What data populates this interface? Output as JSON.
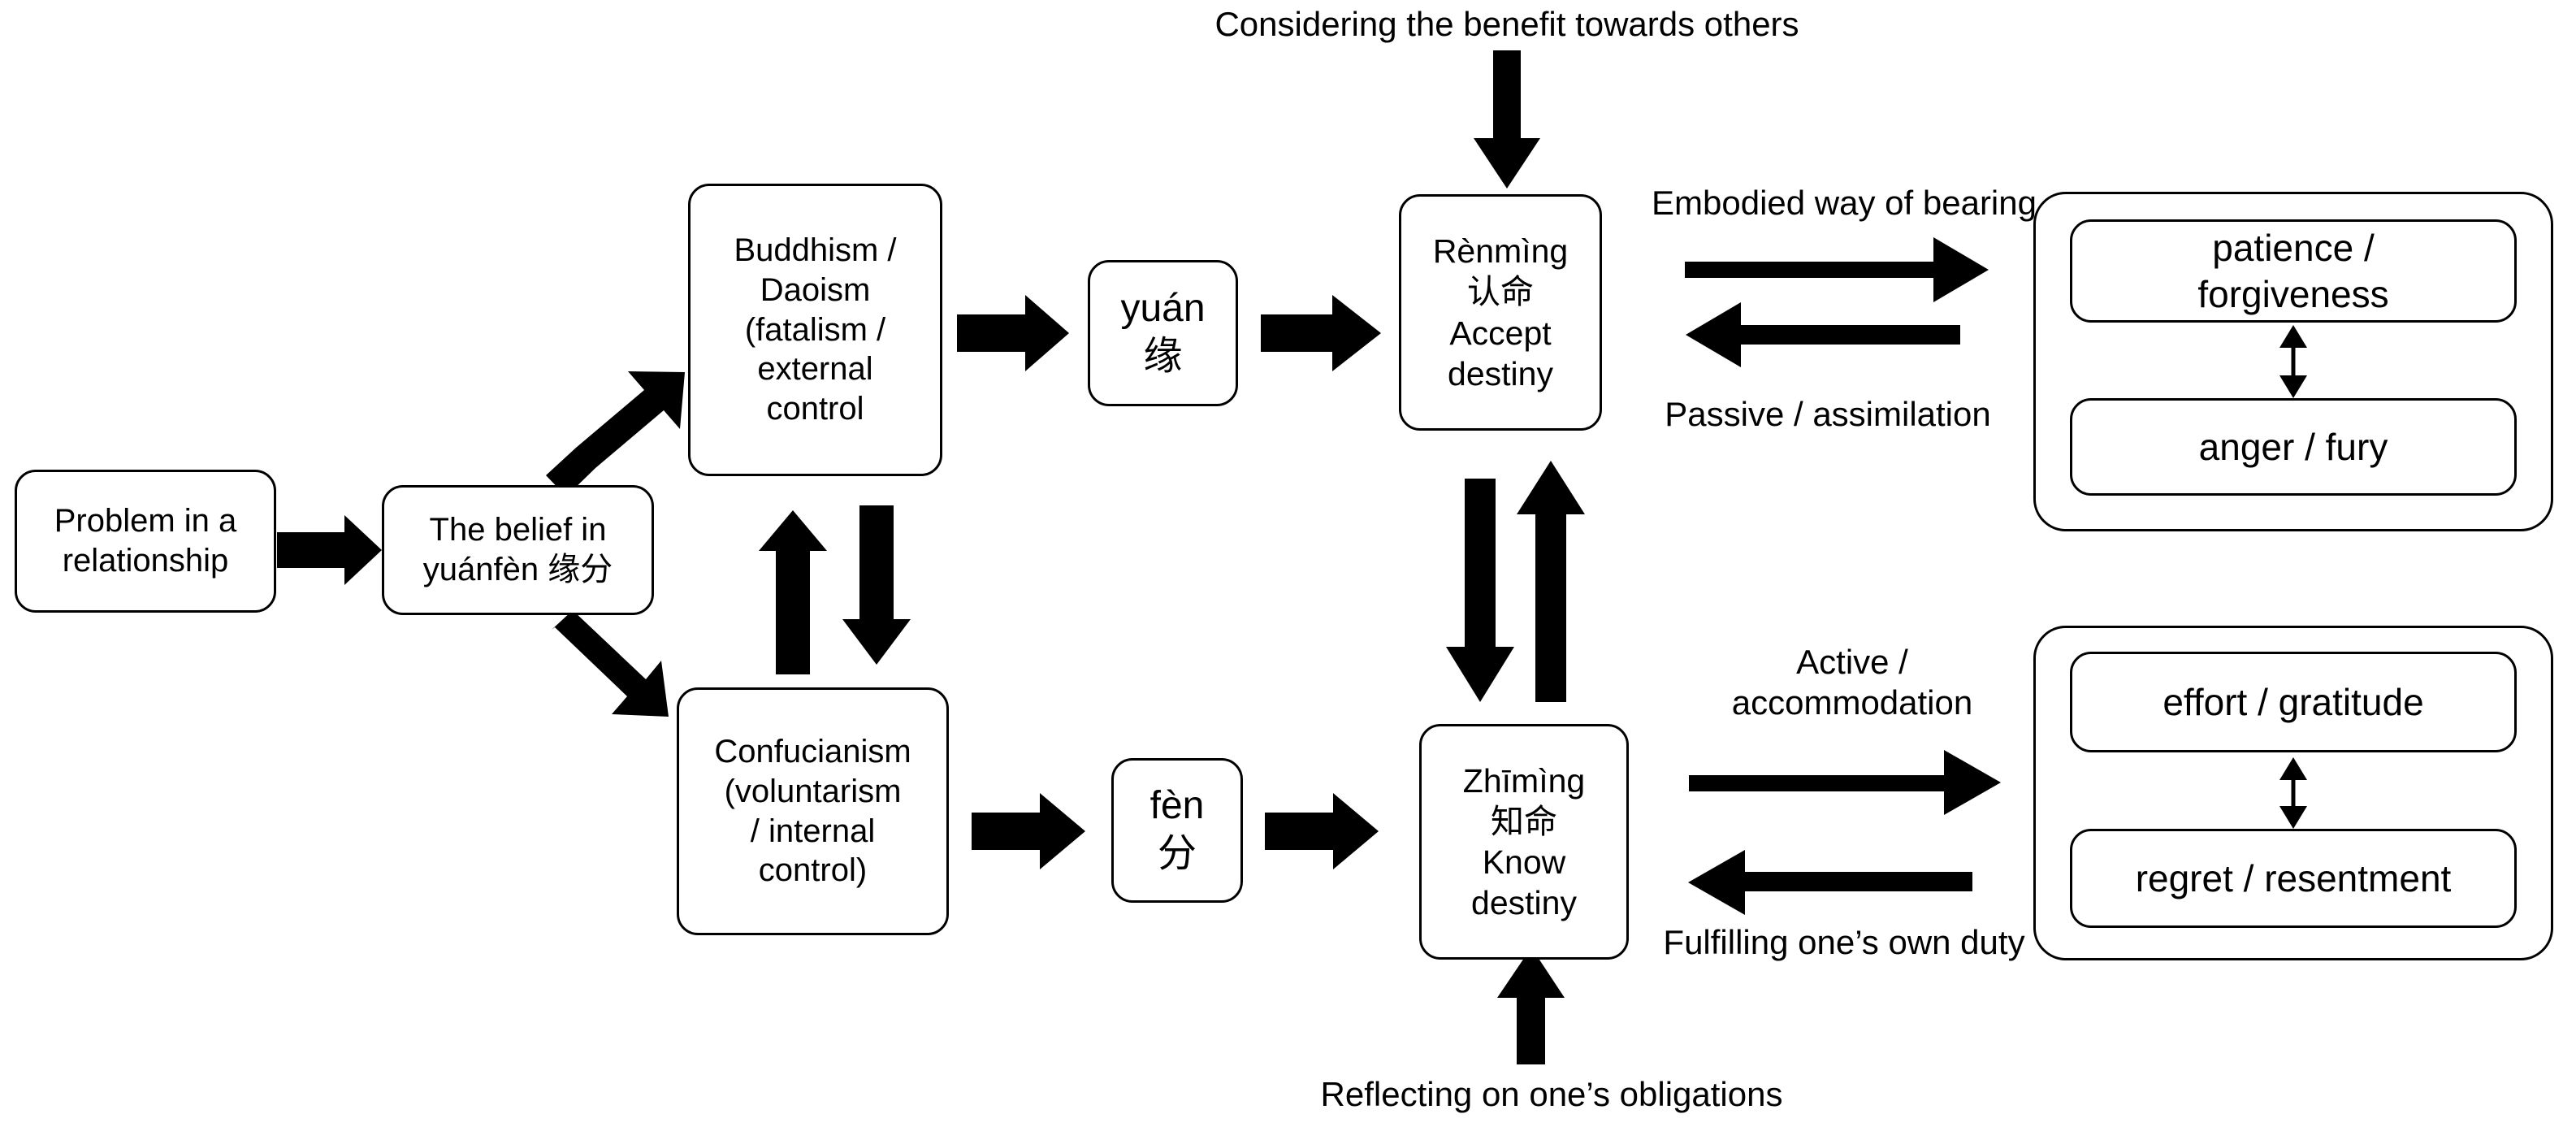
{
  "diagram": {
    "title_top_caption": "Considering the benefit towards others",
    "bottom_caption": "Reflecting on one’s obligations",
    "accent_color": "#000000",
    "background_color": "#ffffff"
  },
  "nodes": {
    "problem": "Problem in a\nrelationship",
    "belief": "The belief in\nyuánfèn 缘分",
    "buddhism": "Buddhism /\nDaoism\n(fatalism /\nexternal\ncontrol",
    "confucianism": "Confucianism\n(voluntarism\n/ internal\ncontrol)",
    "yuan": "yuán\n缘",
    "fen": "fèn\n分",
    "renming": "Rènmìng\n认命\nAccept\ndestiny",
    "zhiming": "Zhīmìng\n知命\nKnow\ndestiny",
    "patience": "patience /\nforgiveness",
    "anger": "anger / fury",
    "effort": "effort / gratitude",
    "regret": "regret / resentment"
  },
  "edge_labels": {
    "embodied": "Embodied way of bearing",
    "passive": "Passive / assimilation",
    "active": "Active /\naccommodation",
    "fulfilling": "Fulfilling one’s own duty",
    "considering": "Considering the benefit towards others",
    "reflecting": "Reflecting on one’s obligations"
  },
  "icons": {
    "arrow_right": "arrow-right-icon",
    "arrow_left": "arrow-left-icon",
    "arrow_up": "arrow-up-icon",
    "arrow_down": "arrow-down-icon",
    "arrow_diagonal_up": "arrow-diagonal-up-icon",
    "arrow_diagonal_down": "arrow-diagonal-down-icon",
    "arrow_double_vertical": "arrow-double-vertical-icon"
  },
  "chart_data": {
    "type": "diagram",
    "title": "Cultural model of yuánfèn belief in relationship problems",
    "flow": [
      {
        "from": "Problem in a relationship",
        "to": "The belief in yuánfèn 缘分",
        "style": "thick-right"
      },
      {
        "from": "The belief in yuánfèn 缘分",
        "to": "Buddhism / Daoism (fatalism / external control",
        "style": "thick-diagonal-up"
      },
      {
        "from": "The belief in yuánfèn 缘分",
        "to": "Confucianism (voluntarism / internal control)",
        "style": "thick-diagonal-down"
      },
      {
        "from": "Confucianism (voluntarism / internal control)",
        "to": "Buddhism / Daoism (fatalism / external control",
        "style": "thick-up"
      },
      {
        "from": "Buddhism / Daoism (fatalism / external control",
        "to": "Confucianism (voluntarism / internal control)",
        "style": "thick-down"
      },
      {
        "from": "Buddhism / Daoism (fatalism / external control",
        "to": "yuán 缘",
        "style": "thick-right"
      },
      {
        "from": "yuán 缘",
        "to": "Rènmìng 认命 Accept destiny",
        "style": "thick-right"
      },
      {
        "from": "Confucianism (voluntarism / internal control)",
        "to": "fèn 分",
        "style": "thick-right"
      },
      {
        "from": "fèn 分",
        "to": "Zhīmìng 知命 Know destiny",
        "style": "thick-right"
      },
      {
        "from": "Considering the benefit towards others",
        "to": "Rènmìng 认命 Accept destiny",
        "style": "thin-down"
      },
      {
        "from": "Reflecting on one’s obligations",
        "to": "Zhīmìng 知命 Know destiny",
        "style": "thin-up"
      },
      {
        "from": "Rènmìng 认命 Accept destiny",
        "to": "Zhīmìng 知命 Know destiny",
        "style": "thick-down"
      },
      {
        "from": "Zhīmìng 知命 Know destiny",
        "to": "Rènmìng 认命 Accept destiny",
        "style": "thick-up"
      },
      {
        "from": "Rènmìng 认命 Accept destiny",
        "to": "patience / forgiveness ↔ anger / fury",
        "label": "Embodied way of bearing",
        "style": "thick-right"
      },
      {
        "from": "patience / forgiveness ↔ anger / fury",
        "to": "Rènmìng 认命 Accept destiny",
        "label": "Passive / assimilation",
        "style": "thick-left"
      },
      {
        "from": "Zhīmìng 知命 Know destiny",
        "to": "effort / gratitude ↔ regret / resentment",
        "label": "Active / accommodation",
        "style": "thick-right"
      },
      {
        "from": "effort / gratitude ↔ regret / resentment",
        "to": "Zhīmìng 知命 Know destiny",
        "label": "Fulfilling one’s own duty",
        "style": "thick-left"
      },
      {
        "from": "patience / forgiveness",
        "to": "anger / fury",
        "style": "thin-double-vertical"
      },
      {
        "from": "effort / gratitude",
        "to": "regret / resentment",
        "style": "thin-double-vertical"
      }
    ]
  }
}
